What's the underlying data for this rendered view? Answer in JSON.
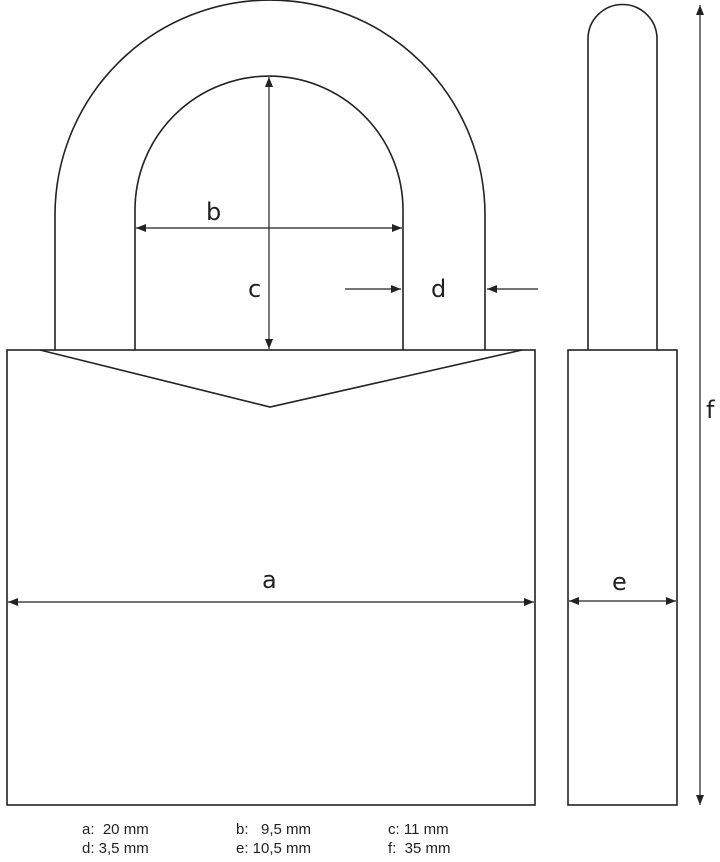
{
  "labels": {
    "a": "a",
    "b": "b",
    "c": "c",
    "d": "d",
    "e": "e",
    "f": "f"
  },
  "legend": [
    {
      "text": "a:  20 mm"
    },
    {
      "text": "b:   9,5 mm"
    },
    {
      "text": "c: 11 mm"
    },
    {
      "text": "d: 3,5 mm"
    },
    {
      "text": "e: 10,5 mm"
    },
    {
      "text": "f:  35 mm"
    }
  ],
  "colors": {
    "line": "#222222",
    "background": "#ffffff"
  }
}
